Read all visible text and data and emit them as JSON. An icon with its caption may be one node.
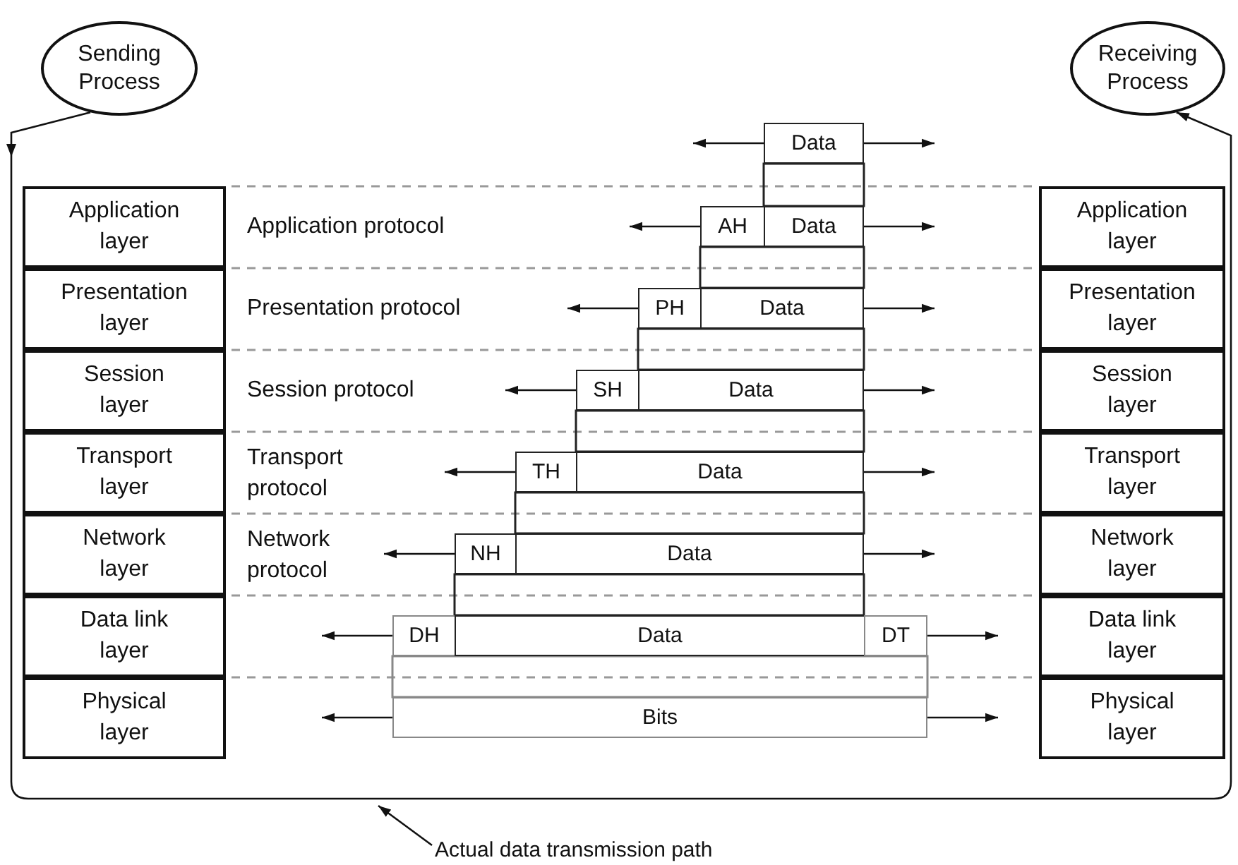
{
  "diagram": {
    "nodes": [
      {
        "text": [
          "Sending Process"
        ]
      },
      {
        "text": [
          "Receiving Process"
        ]
      },
      {
        "text": [
          "Application layer"
        ]
      },
      {
        "text": [
          "Presentation layer"
        ]
      },
      {
        "text": [
          "Session layer"
        ]
      },
      {
        "text": [
          "Transport layer"
        ]
      },
      {
        "text": [
          "Network layer"
        ]
      },
      {
        "text": [
          "Data link layer"
        ]
      },
      {
        "text": [
          "Physical layer"
        ]
      },
      {
        "text": [
          "Application layer"
        ]
      },
      {
        "text": [
          "Presentation layer"
        ]
      },
      {
        "text": [
          "Session layer"
        ]
      },
      {
        "text": [
          "Transport layer"
        ]
      },
      {
        "text": [
          "Network layer"
        ]
      },
      {
        "text": [
          "Data link layer"
        ]
      },
      {
        "text": [
          "Physical layer"
        ]
      },
      {
        "text": [
          "Data"
        ]
      },
      {
        "text": [
          "AH"
        ]
      },
      {
        "text": [
          "Data"
        ]
      },
      {
        "text": [
          "PH"
        ]
      },
      {
        "text": [
          "Data"
        ]
      },
      {
        "text": [
          "SH"
        ]
      },
      {
        "text": [
          "Data"
        ]
      },
      {
        "text": [
          "TH"
        ]
      },
      {
        "text": [
          "Data"
        ]
      },
      {
        "text": [
          "NH"
        ]
      },
      {
        "text": [
          "Data"
        ]
      },
      {
        "text": [
          "DH"
        ]
      },
      {
        "text": [
          "Data"
        ]
      },
      {
        "text": [
          "DT"
        ]
      },
      {
        "text": [
          "Bits"
        ]
      },
      {
        "text": [
          "Actual data transmission path"
        ]
      }
    ],
    "edges": [
      {
        "from": 0,
        "to": 1,
        "arrow": "to"
      },
      {
        "from": 16,
        "to": null,
        "arrow": "to"
      },
      {
        "from": 16,
        "to": null,
        "arrow": "to"
      },
      {
        "from": 17,
        "to": null,
        "arrow": "to"
      },
      {
        "from": 18,
        "to": null,
        "arrow": "to"
      },
      {
        "from": 19,
        "to": null,
        "arrow": "to"
      },
      {
        "from": 20,
        "to": null,
        "arrow": "to"
      },
      {
        "from": 21,
        "to": null,
        "arrow": "to"
      },
      {
        "from": 22,
        "to": null,
        "arrow": "to"
      },
      {
        "from": 23,
        "to": null,
        "arrow": "to"
      },
      {
        "from": 24,
        "to": null,
        "arrow": "to"
      },
      {
        "from": 25,
        "to": null,
        "arrow": "to"
      },
      {
        "from": 26,
        "to": null,
        "arrow": "to"
      },
      {
        "from": 27,
        "to": null,
        "arrow": "to"
      },
      {
        "from": 29,
        "to": null,
        "arrow": "to"
      },
      {
        "from": 30,
        "to": null,
        "arrow": "to"
      },
      {
        "from": 30,
        "to": null,
        "arrow": "to"
      },
      {
        "from": 31,
        "to": null,
        "arrow": "to"
      }
    ],
    "labels": [
      "Application protocol",
      "Presentation protocol",
      "Session protocol",
      "Transport protocol",
      "Network protocol"
    ]
  }
}
